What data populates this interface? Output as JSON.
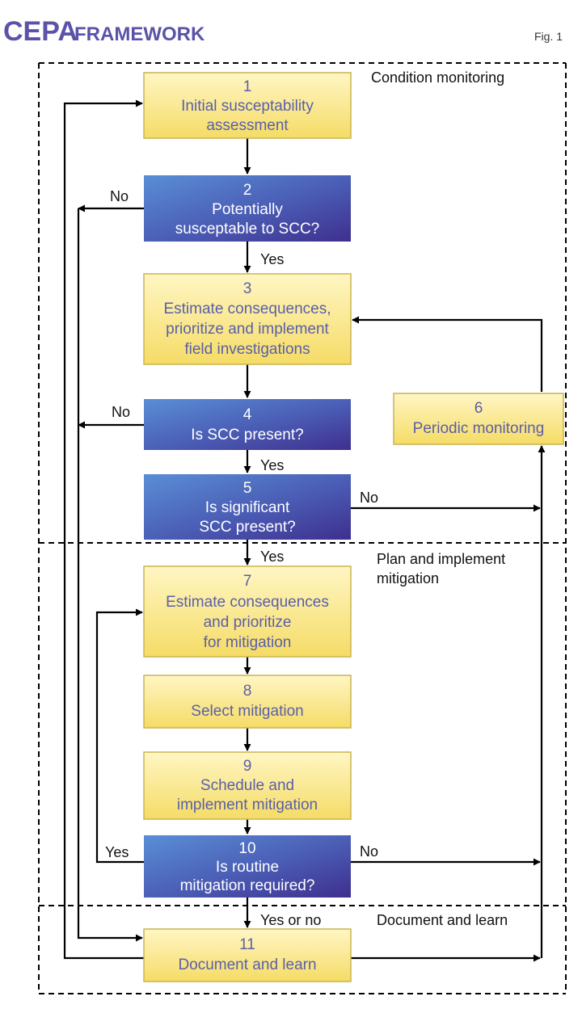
{
  "header": {
    "title_main": "CEPA",
    "title_sub": "FRAMEWORK",
    "fig": "Fig. 1"
  },
  "sections": {
    "condition": "Condition monitoring",
    "plan_1": "Plan and implement",
    "plan_2": "mitigation",
    "document": "Document and learn"
  },
  "boxes": {
    "b1": {
      "num": "1",
      "l1": "Initial susceptability",
      "l2": "assessment"
    },
    "b2": {
      "num": "2",
      "l1": "Potentially",
      "l2": "susceptable to SCC?"
    },
    "b3": {
      "num": "3",
      "l1": "Estimate consequences,",
      "l2": "prioritize and implement",
      "l3": "field investigations"
    },
    "b4": {
      "num": "4",
      "l1": "Is SCC present?"
    },
    "b5": {
      "num": "5",
      "l1": "Is significant",
      "l2": "SCC present?"
    },
    "b6": {
      "num": "6",
      "l1": "Periodic monitoring"
    },
    "b7": {
      "num": "7",
      "l1": "Estimate consequences",
      "l2": "and prioritize",
      "l3": "for mitigation"
    },
    "b8": {
      "num": "8",
      "l1": "Select mitigation"
    },
    "b9": {
      "num": "9",
      "l1": "Schedule and",
      "l2": "implement mitigation"
    },
    "b10": {
      "num": "10",
      "l1": "Is routine",
      "l2": "mitigation required?"
    },
    "b11": {
      "num": "11",
      "l1": "Document and learn"
    }
  },
  "edges": {
    "no": "No",
    "yes": "Yes",
    "yes_or_no": "Yes or no"
  },
  "colors": {
    "yellow_top": "#fff4b8",
    "yellow_bottom": "#f6de6a",
    "yellow_border": "#c9b452",
    "blue_light": "#4a78c8",
    "blue_dark": "#4a3a9a",
    "accent": "#5a53a8"
  }
}
